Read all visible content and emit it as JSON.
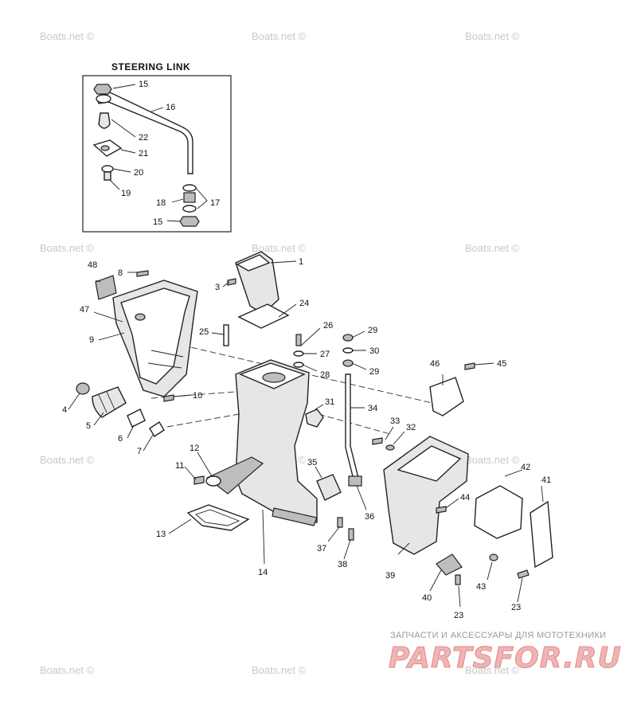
{
  "inset": {
    "title": "STEERING LINK"
  },
  "watermark": "Boats.net ©",
  "banner": {
    "tagline": "ЗАПЧАСТИ И АКСЕССУАРЫ ДЛЯ МОТОТЕХНИКИ",
    "logo": "PARTSFOR.RU"
  },
  "callouts": {
    "c1": "1",
    "c3": "3",
    "c4": "4",
    "c5": "5",
    "c6": "6",
    "c7": "7",
    "c8": "8",
    "c9": "9",
    "c10": "10",
    "c11": "11",
    "c12": "12",
    "c13": "13",
    "c14": "14",
    "c15a": "15",
    "c15b": "15",
    "c16": "16",
    "c17": "17",
    "c18": "18",
    "c19": "19",
    "c20": "20",
    "c21": "21",
    "c22": "22",
    "c23a": "23",
    "c23b": "23",
    "c24": "24",
    "c25": "25",
    "c26": "26",
    "c27": "27",
    "c28": "28",
    "c29a": "29",
    "c29b": "29",
    "c30": "30",
    "c31": "31",
    "c32": "32",
    "c33": "33",
    "c34": "34",
    "c35": "35",
    "c36": "36",
    "c37": "37",
    "c38": "38",
    "c39": "39",
    "c40": "40",
    "c41": "41",
    "c42": "42",
    "c43": "43",
    "c44": "44",
    "c45": "45",
    "c46": "46",
    "c47": "47",
    "c48": "48"
  },
  "colors": {
    "line": "#222222",
    "watermark": "#c8c8c8",
    "logo": "#e08a8a"
  }
}
